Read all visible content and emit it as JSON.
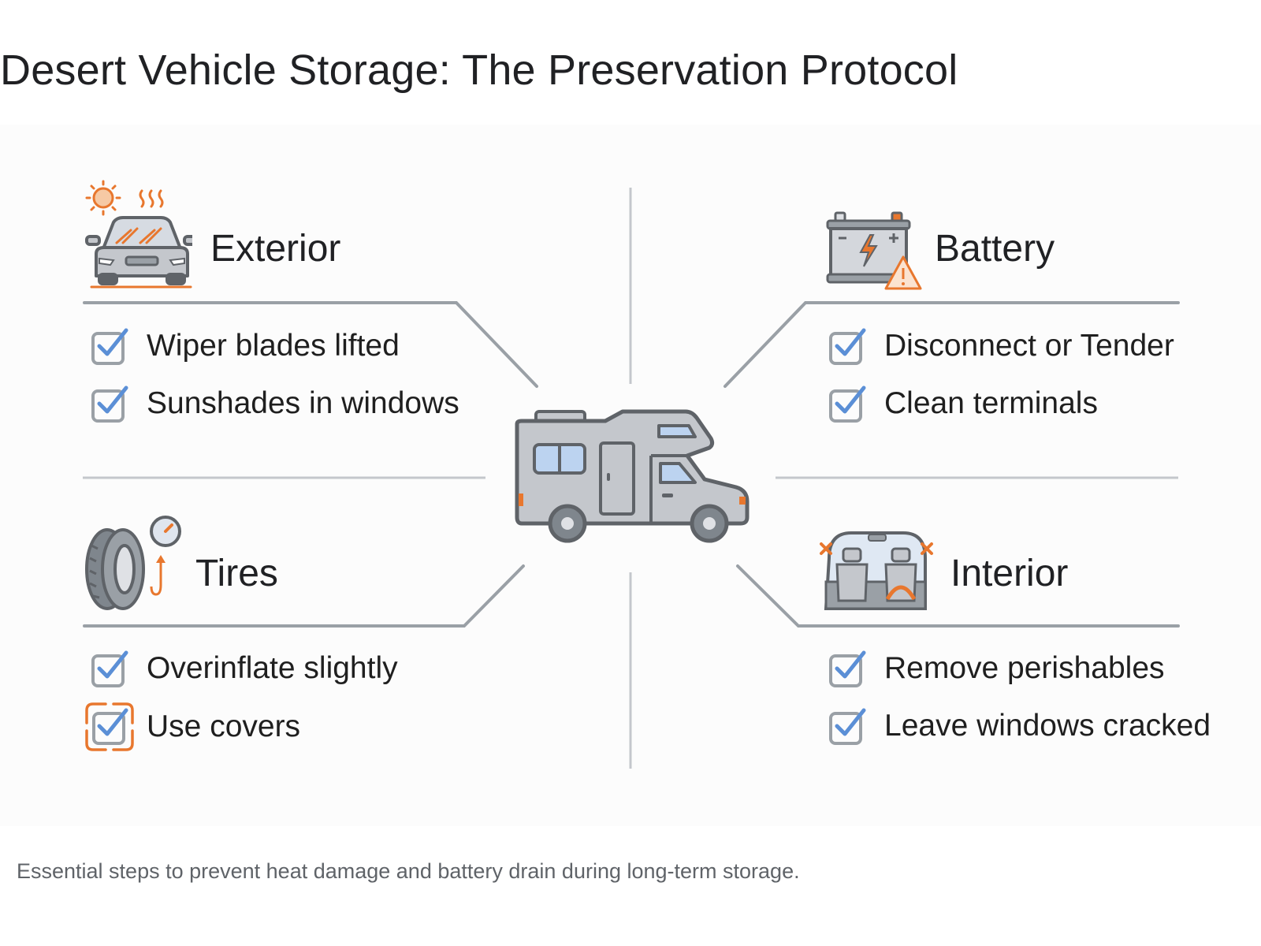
{
  "title": "Desert Vehicle Storage: The Preservation Protocol",
  "caption": "Essential steps to prevent heat damage and battery drain during long-term storage.",
  "colors": {
    "accent_orange": "#e8772e",
    "check_blue": "#5b8fd6",
    "line_gray": "#9aa0a6",
    "icon_gray": "#5f6368",
    "fill_gray": "#c4c7cc",
    "glass_blue": "#bcd3f0"
  },
  "center_icon": "rv-camper-icon",
  "sections": [
    {
      "id": "exterior",
      "heading": "Exterior",
      "icon": "car-sun-heat-icon",
      "items": [
        {
          "label": "Wiper blades lifted",
          "checked": true
        },
        {
          "label": "Sunshades in windows",
          "checked": true
        }
      ]
    },
    {
      "id": "battery",
      "heading": "Battery",
      "icon": "battery-warning-icon",
      "items": [
        {
          "label": "Disconnect or Tender",
          "checked": true
        },
        {
          "label": "Clean terminals",
          "checked": true
        }
      ]
    },
    {
      "id": "tires",
      "heading": "Tires",
      "icon": "tire-pressure-gauge-icon",
      "items": [
        {
          "label": "Overinflate slightly",
          "checked": true
        },
        {
          "label": "Use covers",
          "checked": true,
          "highlighted": true
        }
      ]
    },
    {
      "id": "interior",
      "heading": "Interior",
      "icon": "car-interior-icon",
      "items": [
        {
          "label": "Remove perishables",
          "checked": true
        },
        {
          "label": "Leave windows cracked",
          "checked": true
        }
      ]
    }
  ]
}
